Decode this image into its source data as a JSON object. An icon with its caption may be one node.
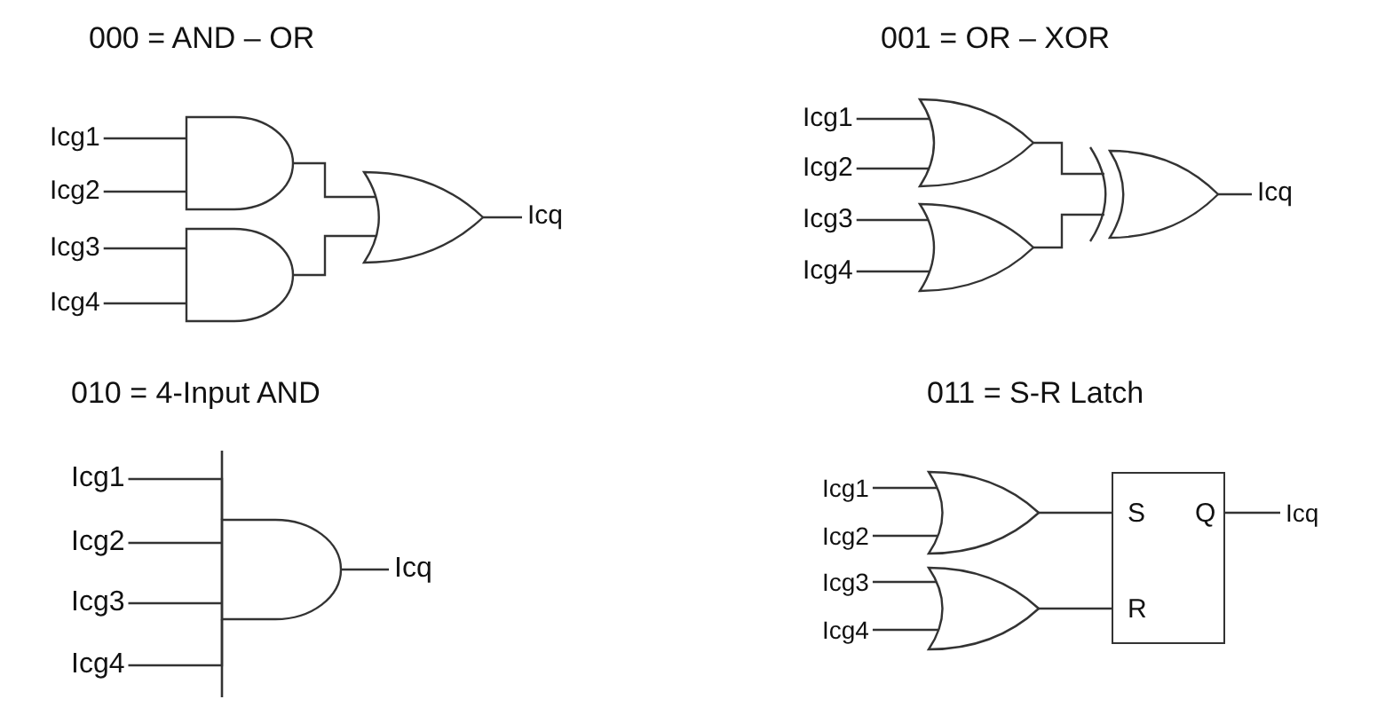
{
  "diagram": {
    "nodes": [
      {
        "text": [
          "Icg1"
        ]
      },
      {
        "text": [
          "Icg2"
        ]
      },
      {
        "text": [
          "Icg3"
        ]
      },
      {
        "text": [
          "Icg4"
        ]
      },
      {
        "text": [],
        "shape": "gate"
      },
      {
        "text": [],
        "shape": "gate"
      },
      {
        "text": [],
        "shape": "gate"
      },
      {
        "text": [
          "Icq"
        ]
      },
      {
        "text": [
          "Icg1"
        ]
      },
      {
        "text": [
          "Icg2"
        ]
      },
      {
        "text": [
          "Icg3"
        ]
      },
      {
        "text": [
          "Icg4"
        ]
      },
      {
        "text": [],
        "shape": "gate"
      },
      {
        "text": [],
        "shape": "gate"
      },
      {
        "text": [],
        "shape": "gate"
      },
      {
        "text": [
          "Icq"
        ]
      },
      {
        "text": [
          "Icg1"
        ]
      },
      {
        "text": [
          "Icg2"
        ]
      },
      {
        "text": [
          "Icg3"
        ]
      },
      {
        "text": [
          "Icg4"
        ]
      },
      {
        "text": [],
        "shape": "gate"
      },
      {
        "text": [
          "Icq"
        ]
      },
      {
        "text": [
          "Icg1"
        ]
      },
      {
        "text": [
          "Icg2"
        ]
      },
      {
        "text": [
          "Icg3"
        ]
      },
      {
        "text": [
          "Icg4"
        ]
      },
      {
        "text": [],
        "shape": "gate"
      },
      {
        "text": [],
        "shape": "gate"
      },
      {
        "text": [
          "S",
          "Q",
          "R"
        ]
      },
      {
        "text": [
          "Icq"
        ]
      }
    ],
    "edges": [
      {
        "from": 0,
        "to": 4,
        "arrow": "none"
      },
      {
        "from": 1,
        "to": 4,
        "arrow": "none"
      },
      {
        "from": 2,
        "to": 5,
        "arrow": "none"
      },
      {
        "from": 3,
        "to": 5,
        "arrow": "none"
      },
      {
        "from": 4,
        "to": 6,
        "arrow": "none"
      },
      {
        "from": 5,
        "to": 6,
        "arrow": "none"
      },
      {
        "from": 6,
        "to": 7,
        "arrow": "none"
      },
      {
        "from": 8,
        "to": 12,
        "arrow": "none"
      },
      {
        "from": 9,
        "to": 12,
        "arrow": "none"
      },
      {
        "from": 10,
        "to": 13,
        "arrow": "none"
      },
      {
        "from": 11,
        "to": 13,
        "arrow": "none"
      },
      {
        "from": 12,
        "to": 14,
        "arrow": "none"
      },
      {
        "from": 13,
        "to": 14,
        "arrow": "none"
      },
      {
        "from": 14,
        "to": 15,
        "arrow": "none"
      },
      {
        "from": 16,
        "to": 20,
        "arrow": "none"
      },
      {
        "from": 17,
        "to": 20,
        "arrow": "none"
      },
      {
        "from": 18,
        "to": 20,
        "arrow": "none"
      },
      {
        "from": 19,
        "to": 20,
        "arrow": "none"
      },
      {
        "from": 20,
        "to": 21,
        "arrow": "none"
      },
      {
        "from": 22,
        "to": 26,
        "arrow": "none"
      },
      {
        "from": 23,
        "to": 26,
        "arrow": "none"
      },
      {
        "from": 24,
        "to": 27,
        "arrow": "none"
      },
      {
        "from": 25,
        "to": 27,
        "arrow": "none"
      },
      {
        "from": 26,
        "to": 28,
        "arrow": "none"
      },
      {
        "from": 27,
        "to": 28,
        "arrow": "none"
      },
      {
        "from": 28,
        "to": 29,
        "arrow": "none"
      }
    ],
    "labels": [
      "000 = AND – OR",
      "001 = OR – XOR",
      "010 = 4-Input AND",
      "011 = S-R Latch"
    ]
  }
}
